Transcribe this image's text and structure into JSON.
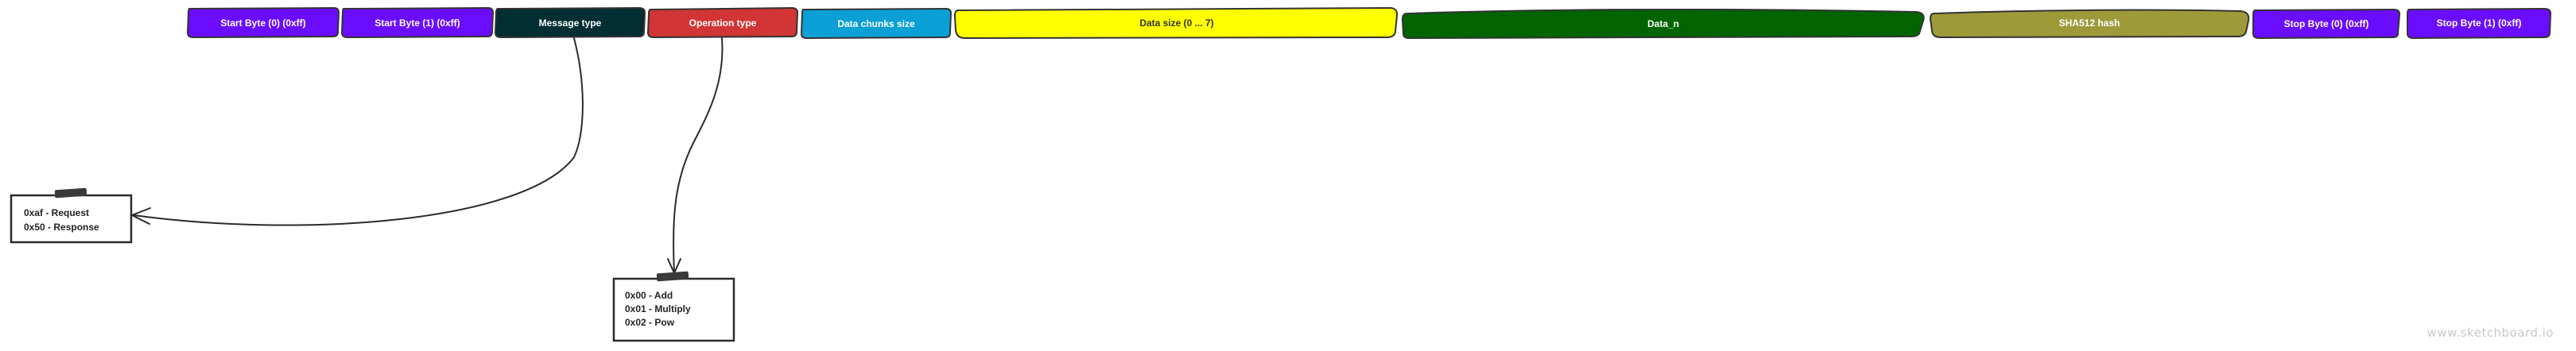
{
  "packet": {
    "fields": [
      {
        "label": "Start Byte (0) (0xff)",
        "fill": "#6a0dff",
        "text_color": "#ffffff"
      },
      {
        "label": "Start Byte (1) (0xff)",
        "fill": "#6a0dff",
        "text_color": "#ffffff"
      },
      {
        "label": "Message type",
        "fill": "#002e33",
        "text_color": "#ffffff"
      },
      {
        "label": "Operation type",
        "fill": "#d13535",
        "text_color": "#ffffff"
      },
      {
        "label": "Data chunks size",
        "fill": "#0aa0d6",
        "text_color": "#ffffff"
      },
      {
        "label": "Data size (0 ... 7)",
        "fill": "#ffff00",
        "text_color": "#333333"
      },
      {
        "label": "Data_n",
        "fill": "#006400",
        "text_color": "#ffffff"
      },
      {
        "label": "SHA512 hash",
        "fill": "#9e9a3a",
        "text_color": "#ffffff"
      },
      {
        "label": "Stop Byte (0) (0xff)",
        "fill": "#6a0dff",
        "text_color": "#ffffff"
      },
      {
        "label": "Stop Byte (1) (0xff)",
        "fill": "#6a0dff",
        "text_color": "#ffffff"
      }
    ]
  },
  "notes": {
    "message_type": {
      "lines": [
        "0xaf - Request",
        "0x50 - Response"
      ]
    },
    "operation_type": {
      "lines": [
        "0x00 - Add",
        "0x01 - Multiply",
        "0x02 - Pow"
      ]
    }
  },
  "watermark": "www.sketchboard.io"
}
